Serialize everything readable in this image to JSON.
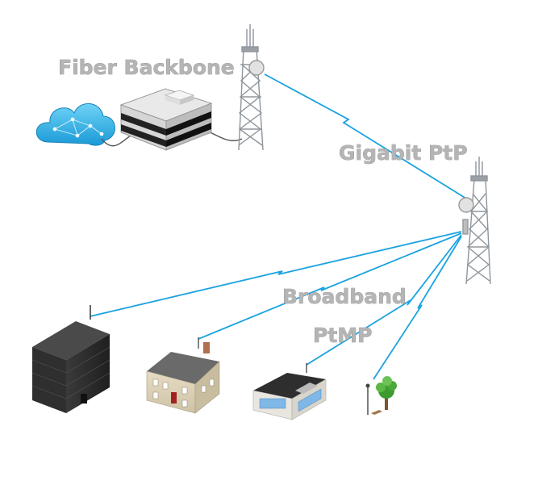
{
  "labels": {
    "fiber_backbone": "Fiber Backbone",
    "gigabit_ptp": "Gigabit PtP",
    "broadband": "Broadband",
    "ptmp": "PtMP"
  },
  "colors": {
    "link": "#1aa3e0",
    "label_fill": "#b5b5b5",
    "label_stroke": "#8a8a8a",
    "cloud": "#2bb4ea",
    "tower": "#8e959c"
  },
  "icons": [
    "cloud-icon",
    "fiber-router-icon",
    "radio-tower-icon",
    "radio-tower-icon",
    "office-tower-icon",
    "house-icon",
    "commercial-building-icon",
    "tree-lamp-icon"
  ]
}
